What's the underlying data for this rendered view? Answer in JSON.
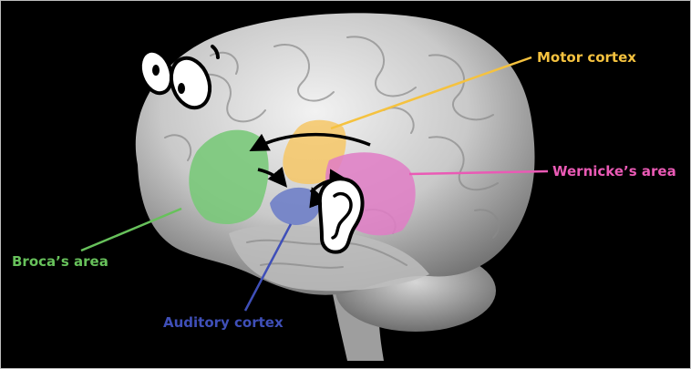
{
  "labels": {
    "motor": {
      "text": "Motor cortex",
      "color": "#f5c23f"
    },
    "wernicke": {
      "text": "Wernicke’s area",
      "color": "#ea5ab5"
    },
    "broca": {
      "text": "Broca’s area",
      "color": "#67c15b"
    },
    "auditory": {
      "text": "Auditory cortex",
      "color": "#3f4fb8"
    }
  },
  "regions": {
    "motor": "#f6c766",
    "wernicke": "#e07cc5",
    "broca": "#78c878",
    "auditory": "#6f7fc8"
  },
  "icons": [
    "eyes-icon",
    "ear-icon",
    "arrow-icon"
  ]
}
